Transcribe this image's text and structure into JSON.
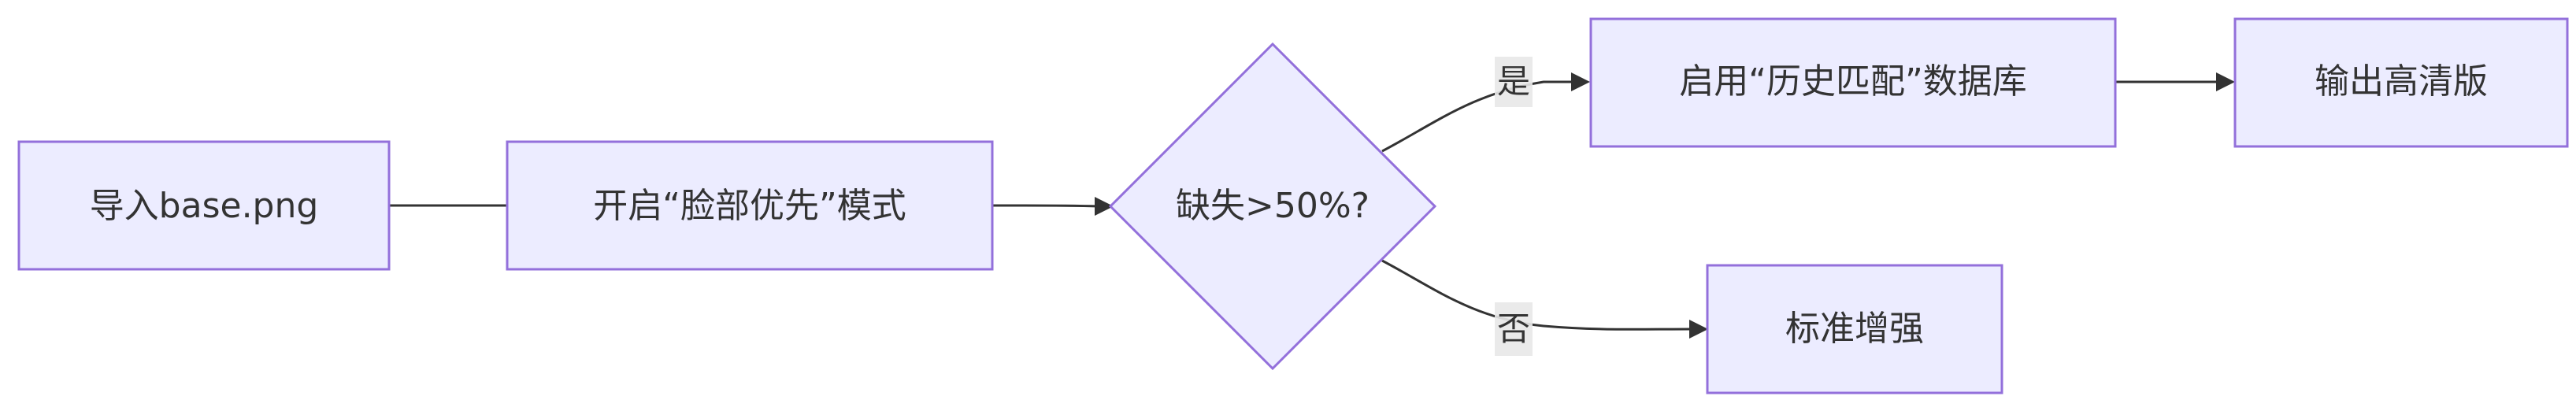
{
  "diagram": {
    "nodes": {
      "import": {
        "label": "导入base.png"
      },
      "face_priority": {
        "label": "开启“脸部优先”模式"
      },
      "decision": {
        "label": "缺失>50%?"
      },
      "history_db": {
        "label": "启用“历史匹配”数据库"
      },
      "output_hd": {
        "label": "输出高清版"
      },
      "standard": {
        "label": "标准增强"
      }
    },
    "edges": {
      "yes": {
        "label": "是"
      },
      "no": {
        "label": "否"
      }
    }
  }
}
